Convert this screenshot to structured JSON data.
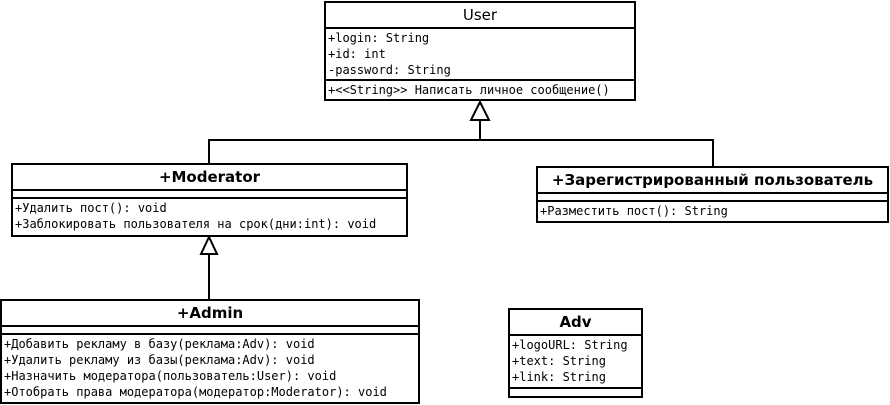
{
  "classes": {
    "user": {
      "name": "User",
      "attributes": [
        "+login: String",
        "+id: int",
        "-password: String"
      ],
      "operations": [
        "+<<String>> Написать личное сообщение()"
      ]
    },
    "moderator": {
      "name": "+Moderator",
      "operations": [
        "+Удалить пост(): void",
        "+Заблокировать пользователя на срок(дни:int): void"
      ]
    },
    "registered": {
      "name": "+Зарегистрированный пользователь",
      "operations": [
        "+Разместить пост(): String"
      ]
    },
    "admin": {
      "name": "+Admin",
      "operations": [
        "+Добавить рекламу в базу(реклама:Adv): void",
        "+Удалить рекламу из базы(реклама:Adv): void",
        "+Назначить модератора(пользователь:User): void",
        "+Отобрать права модератора(модератор:Moderator): void"
      ]
    },
    "adv": {
      "name": "Adv",
      "attributes": [
        "+logoURL: String",
        "+text: String",
        "+link: String"
      ]
    }
  }
}
